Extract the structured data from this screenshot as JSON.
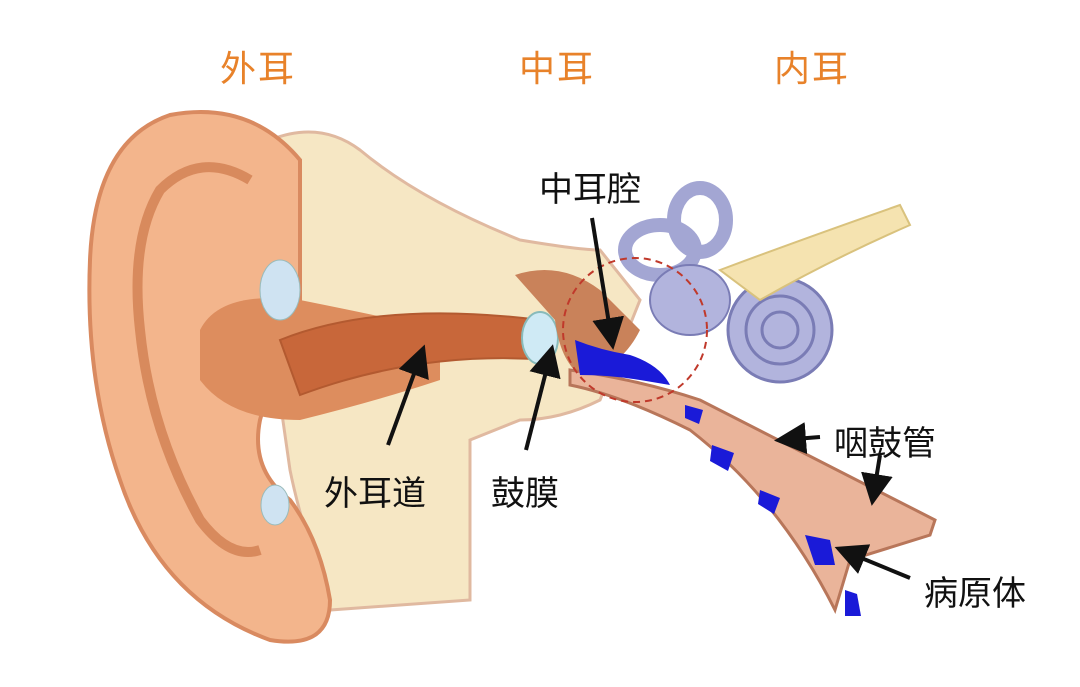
{
  "sections": {
    "outer": "外耳",
    "middle": "中耳",
    "inner": "内耳"
  },
  "labels": {
    "middle_ear_cavity": "中耳腔",
    "ear_canal": "外耳道",
    "eardrum": "鼓膜",
    "eustachian_tube": "咽鼓管",
    "pathogen": "病原体"
  },
  "colors": {
    "section_title": "#e8822a",
    "pathogen": "#1a1ad8",
    "highlight_circle": "#c0392b"
  }
}
